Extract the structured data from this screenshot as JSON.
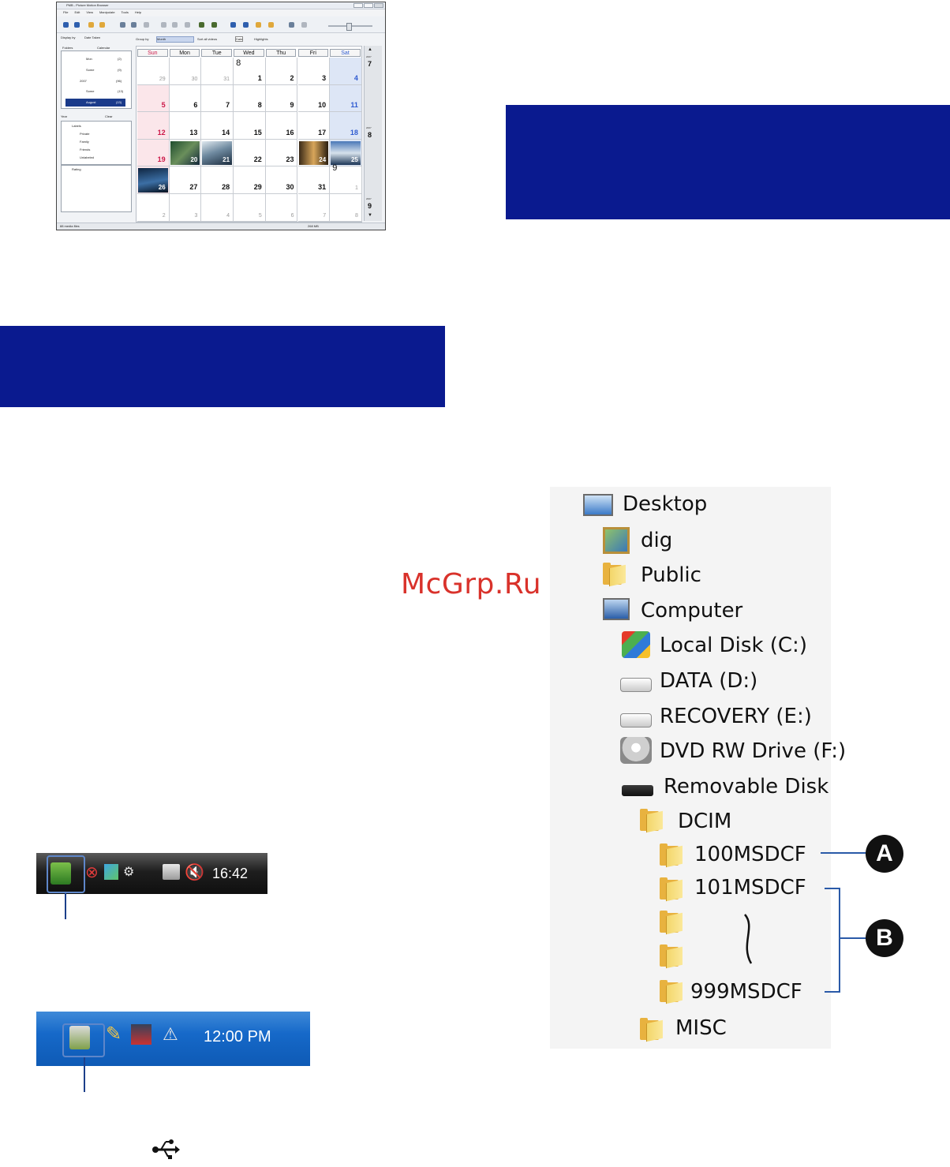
{
  "app": {
    "title": "PMB - Picture Motion Browser",
    "menu": [
      "File",
      "Edit",
      "View",
      "Manipulate",
      "Tools",
      "Help"
    ],
    "left": {
      "display_label": "Display by",
      "display_value": "Date Taken",
      "tabs": [
        "Folders",
        "Calendar"
      ],
      "tree": [
        {
          "label": "Mon",
          "count": "(2)"
        },
        {
          "label": "Some",
          "count": "(9)"
        },
        {
          "label": "2007",
          "count": "(96)"
        },
        {
          "label": "Some",
          "count": "(13)"
        },
        {
          "label": "August",
          "count": "(13)"
        }
      ],
      "year_label": "Year",
      "clear_label": "Clear",
      "labels_title": "Labels",
      "labels": [
        "Private",
        "Family",
        "Friends",
        "Unlabeled"
      ],
      "rating_label": "Rating"
    },
    "groups": {
      "group_by_label": "Group by",
      "group_by_value": "Month",
      "sort_label": "Sort all videos",
      "sort_value": "Date",
      "highlight_label": "Highlights"
    },
    "calendar": {
      "days": [
        "Sun",
        "Mon",
        "Tue",
        "Wed",
        "Thu",
        "Fri",
        "Sat"
      ],
      "markers": {
        "8": "8",
        "9": "9"
      },
      "weeks": [
        [
          "29",
          "30",
          "31",
          "1",
          "2",
          "3",
          "4"
        ],
        [
          "5",
          "6",
          "7",
          "8",
          "9",
          "10",
          "11"
        ],
        [
          "12",
          "13",
          "14",
          "15",
          "16",
          "17",
          "18"
        ],
        [
          "19",
          "20",
          "21",
          "22",
          "23",
          "24",
          "25"
        ],
        [
          "26",
          "27",
          "28",
          "29",
          "30",
          "31",
          "1"
        ],
        [
          "2",
          "3",
          "4",
          "5",
          "6",
          "7",
          "8"
        ]
      ]
    },
    "side_months": [
      {
        "year": "2007",
        "month": "7"
      },
      {
        "year": "2007",
        "month": "8"
      },
      {
        "year": "2007",
        "month": "9"
      }
    ],
    "status_left": "88 media files",
    "status_right": "268 MB"
  },
  "tray_vista": {
    "clock": "16:42"
  },
  "tray_xp": {
    "clock": "12:00 PM"
  },
  "watermark": "McGrp.Ru",
  "tree": {
    "items": [
      {
        "name": "Desktop"
      },
      {
        "name": "dig"
      },
      {
        "name": "Public"
      },
      {
        "name": "Computer"
      },
      {
        "name": "Local Disk (C:)"
      },
      {
        "name": "DATA (D:)"
      },
      {
        "name": "RECOVERY (E:)"
      },
      {
        "name": "DVD RW Drive (F:)"
      },
      {
        "name": "Removable Disk"
      },
      {
        "name": "DCIM"
      },
      {
        "name": "100MSDCF"
      },
      {
        "name": "101MSDCF"
      },
      {
        "name": "999MSDCF"
      },
      {
        "name": "MISC"
      }
    ],
    "callout_a": "A",
    "callout_b": "B"
  },
  "colors": {
    "band": "#0a1a8f",
    "sunday": "#cc1848",
    "saturday": "#2f5bd0",
    "watermark": "#d9322b",
    "folder": "#e8b23f"
  }
}
